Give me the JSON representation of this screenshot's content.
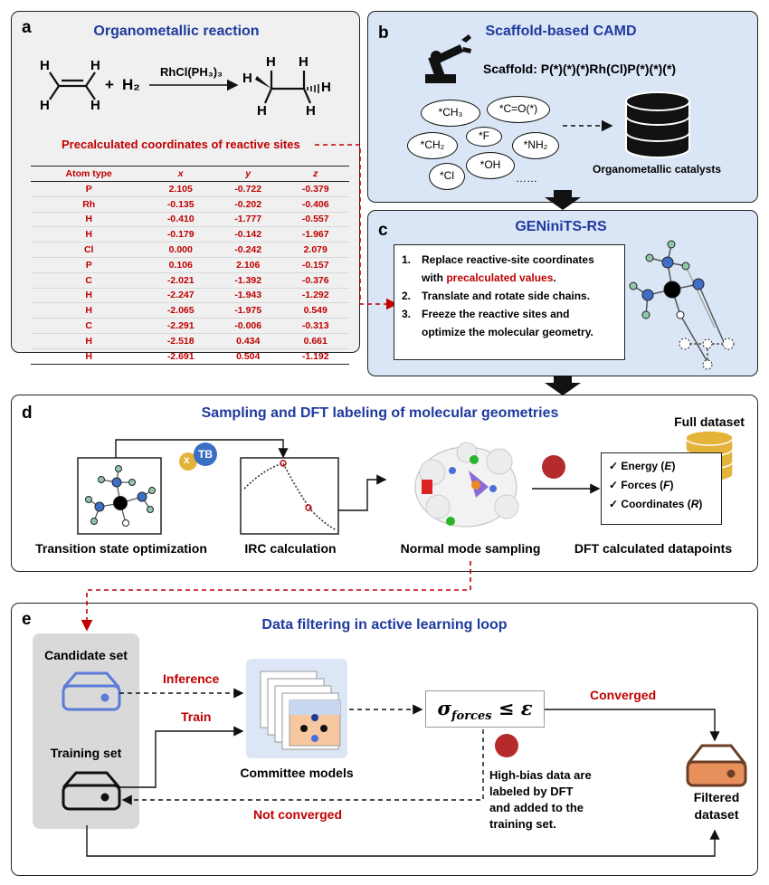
{
  "panel_a": {
    "label": "a",
    "title": "Organometallic reaction",
    "plus": "+",
    "h2": "H₂",
    "catalyst": "RhCl(PH₃)₃",
    "precalc_label": "Precalculated coordinates of reactive sites",
    "table_headers": [
      "Atom type",
      "x",
      "y",
      "z"
    ],
    "table_rows": [
      [
        "P",
        "2.105",
        "-0.722",
        "-0.379"
      ],
      [
        "Rh",
        "-0.135",
        "-0.202",
        "-0.406"
      ],
      [
        "H",
        "-0.410",
        "-1.777",
        "-0.557"
      ],
      [
        "H",
        "-0.179",
        "-0.142",
        "-1.967"
      ],
      [
        "Cl",
        "0.000",
        "-0.242",
        "2.079"
      ],
      [
        "P",
        "0.106",
        "2.106",
        "-0.157"
      ],
      [
        "C",
        "-2.021",
        "-1.392",
        "-0.376"
      ],
      [
        "H",
        "-2.247",
        "-1.943",
        "-1.292"
      ],
      [
        "H",
        "-2.065",
        "-1.975",
        "0.549"
      ],
      [
        "C",
        "-2.291",
        "-0.006",
        "-0.313"
      ],
      [
        "H",
        "-2.518",
        "0.434",
        "0.661"
      ],
      [
        "H",
        "-2.691",
        "0.504",
        "-1.192"
      ]
    ]
  },
  "panel_b": {
    "label": "b",
    "title": "Scaffold-based CAMD",
    "scaffold": "Scaffold: P(*)(*)(*)Rh(Cl)P(*)(*)(*)",
    "fragments": [
      "*CH₃",
      "*C=O(*)",
      "*CH₂",
      "*F",
      "*NH₂",
      "*OH",
      "*Cl",
      "……"
    ],
    "catalysts_label": "Organometallic catalysts"
  },
  "panel_c": {
    "label": "c",
    "title": "GENiniTS-RS",
    "step1_num": "1.",
    "step1_line1": "Replace reactive-site coordinates",
    "step1_line2_pre": "with ",
    "step1_line2_red": "precalculated values",
    "step1_line2_post": ".",
    "step2_num": "2.",
    "step2": "Translate and rotate side chains.",
    "step3_num": "3.",
    "step3_line1": "Freeze the reactive sites and",
    "step3_line2": "optimize the molecular geometry."
  },
  "panel_d": {
    "label": "d",
    "title": "Sampling and DFT labeling of molecular geometries",
    "xtb_x": "x",
    "xtb_tb": "TB",
    "ts_caption": "Transition state optimization",
    "irc_caption": "IRC calculation",
    "nm_caption": "Normal mode sampling",
    "full_dataset": "Full dataset",
    "dft_caption": "DFT calculated datapoints",
    "check": "✓",
    "energy": "Energy (",
    "energy_sym": "E",
    "forces": "Forces (",
    "forces_sym": "F",
    "coords": "Coordinates (",
    "coords_sym": "R",
    "close_paren": ")"
  },
  "panel_e": {
    "label": "e",
    "title": "Data filtering in active learning loop",
    "candidate_set": "Candidate set",
    "training_set": "Training set",
    "inference": "Inference",
    "train": "Train",
    "committee": "Committee models",
    "sigma_main": "σ",
    "sigma_sub": "forces",
    "sigma_rest": " ≤ ε",
    "converged": "Converged",
    "not_converged": "Not converged",
    "high_bias_1": "High-bias data are",
    "high_bias_2": "labeled  by  DFT",
    "high_bias_3": "and  added  to  the",
    "high_bias_4": "training set.",
    "filtered_1": "Filtered",
    "filtered_2": "dataset"
  },
  "colors": {
    "title_blue": "#1f3a9e",
    "red": "#c00000",
    "panel_blue": "#dae5f6",
    "panel_gray": "#f0f0f0",
    "disk_blue": "#5b7bd6",
    "disk_orange": "#e8905c",
    "db_gold": "#e3b33a"
  }
}
